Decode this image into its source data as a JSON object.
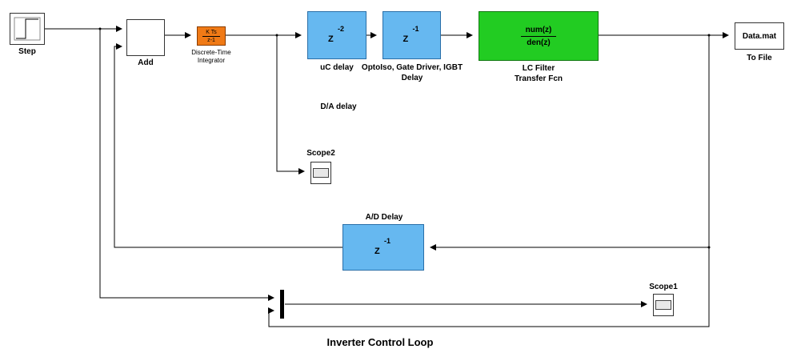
{
  "title": "Inverter Control Loop",
  "blocks": {
    "step": {
      "label": "Step"
    },
    "add": {
      "label": "Add"
    },
    "integrator": {
      "num": "K Ts",
      "den": "z-1",
      "label_line1": "Discrete-Time",
      "label_line2": "Integrator",
      "color": "#f07a16"
    },
    "uc_delay": {
      "exp": "-2",
      "base": "Z",
      "label": "uC delay",
      "color": "#66b8f0"
    },
    "gate_delay": {
      "exp": "-1",
      "base": "Z",
      "label_line1": "OptoIso, Gate Driver, IGBT",
      "label_line2": "Delay",
      "color": "#66b8f0"
    },
    "lc_filter": {
      "num": "num(z)",
      "den": "den(z)",
      "label_line1": "LC Filter",
      "label_line2": "Transfer Fcn",
      "color": "#22cc22"
    },
    "to_file": {
      "text": "Data.mat",
      "label": "To File"
    },
    "da_delay": {
      "label": "D/A delay"
    },
    "scope2": {
      "label": "Scope2"
    },
    "ad_delay": {
      "exp": "-1",
      "base": "Z",
      "label": "A/D Delay",
      "color": "#66b8f0"
    },
    "scope1": {
      "label": "Scope1"
    }
  }
}
